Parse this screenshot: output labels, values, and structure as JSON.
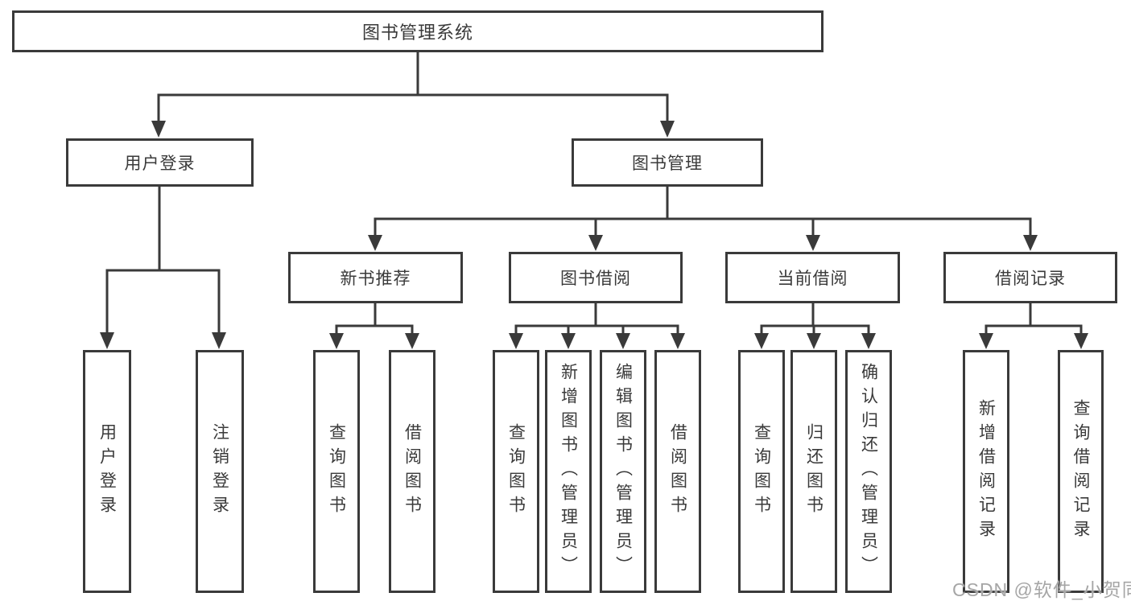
{
  "diagram": {
    "root": {
      "label": "图书管理系统"
    },
    "level2": {
      "user_login": {
        "label": "用户登录"
      },
      "book_management": {
        "label": "图书管理"
      }
    },
    "level3": {
      "new_book_recommend": {
        "label": "新书推荐"
      },
      "book_borrowing": {
        "label": "图书借阅"
      },
      "current_borrowing": {
        "label": "当前借阅"
      },
      "borrowing_records": {
        "label": "借阅记录"
      }
    },
    "leaves": {
      "user_login": [
        "用户登录",
        "注销登录"
      ],
      "new_book_recommend": [
        "查询图书",
        "借阅图书"
      ],
      "book_borrowing": [
        "查询图书",
        "新增图书（管理员）",
        "编辑图书（管理员）",
        "借阅图书"
      ],
      "current_borrowing": [
        "查询图书",
        "归还图书",
        "确认归还（管理员）"
      ],
      "borrowing_records": [
        "新增借阅记录",
        "查询借阅记录"
      ]
    }
  },
  "watermark": {
    "text": "CSDN @软件_小贺同学"
  },
  "colors": {
    "line": "#3a3a3a",
    "text": "#3a3a3a",
    "background": "#ffffff",
    "watermark": "#a6a6a6"
  }
}
